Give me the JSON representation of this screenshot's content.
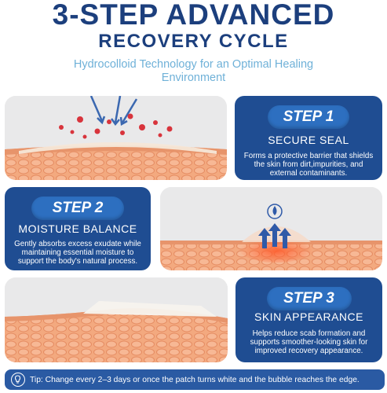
{
  "header": {
    "title_line1": "3-STEP ADVANCED",
    "title_line2": "RECOVERY CYCLE",
    "subtitle": "Hydrocolloid Technology for an Optimal Healing Environment"
  },
  "steps": [
    {
      "label": "STEP 1",
      "title": "SECURE SEAL",
      "description": "Forms a protective barrier that shields the skin from dirt,impurities, and external contaminants."
    },
    {
      "label": "STEP 2",
      "title": "MOISTURE BALANCE",
      "description": "Gently absorbs excess exudate while maintaining essential moisture to support the body's natural process."
    },
    {
      "label": "STEP 3",
      "title": "SKIN APPEARANCE",
      "description": "Helps reduce scab formation and supports smoother-looking skin for improved recovery appearance."
    }
  ],
  "tip": {
    "text": "Tip: Change every 2–3 days or once the patch turns white and the bubble reaches the edge."
  },
  "icons": {
    "tip": "lightbulb-icon",
    "droplet": "water-droplet-icon"
  },
  "colors": {
    "navy": "#1c3f7d",
    "card_blue": "#1f4d92",
    "pill_blue": "#2d6fc0",
    "subtitle_blue": "#6fb1d8",
    "skin_orange": "#f2a57f"
  }
}
